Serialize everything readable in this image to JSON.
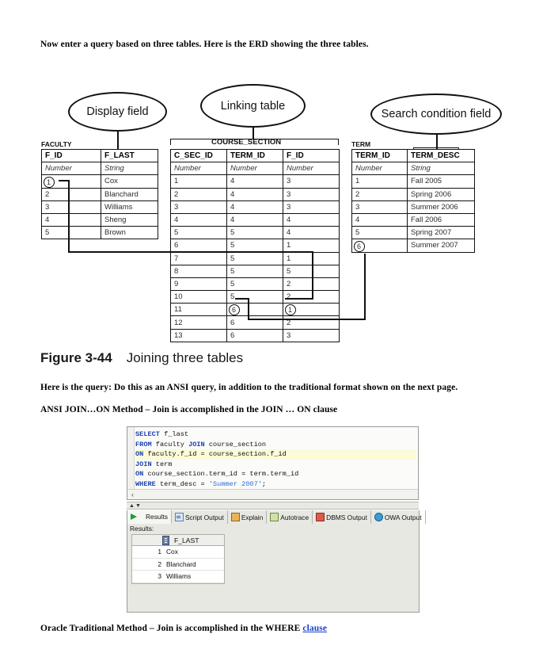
{
  "intro": "Now enter a query based on three tables.  Here is the ERD showing the three tables.",
  "erd": {
    "callouts": [
      {
        "id": "display-field",
        "label": "Display field"
      },
      {
        "id": "linking-table",
        "label": "Linking table"
      },
      {
        "id": "search-condition-field",
        "label": "Search condition field"
      }
    ],
    "tables": [
      {
        "name": "FACULTY",
        "columns": [
          "F_ID",
          "F_LAST"
        ],
        "types": [
          "Number",
          "String"
        ],
        "rows": [
          [
            "1",
            "Cox"
          ],
          [
            "2",
            "Blanchard"
          ],
          [
            "3",
            "Williams"
          ],
          [
            "4",
            "Sheng"
          ],
          [
            "5",
            "Brown"
          ]
        ],
        "circled": [
          [
            0,
            0
          ]
        ]
      },
      {
        "name": "COURSE_SECTION",
        "columns": [
          "C_SEC_ID",
          "TERM_ID",
          "F_ID"
        ],
        "types": [
          "Number",
          "Number",
          "Number"
        ],
        "rows": [
          [
            "1",
            "4",
            "3"
          ],
          [
            "2",
            "4",
            "3"
          ],
          [
            "3",
            "4",
            "3"
          ],
          [
            "4",
            "4",
            "4"
          ],
          [
            "5",
            "5",
            "4"
          ],
          [
            "6",
            "5",
            "1"
          ],
          [
            "7",
            "5",
            "1"
          ],
          [
            "8",
            "5",
            "5"
          ],
          [
            "9",
            "5",
            "2"
          ],
          [
            "10",
            "5",
            "2"
          ],
          [
            "11",
            "6",
            "1"
          ],
          [
            "12",
            "6",
            "2"
          ],
          [
            "13",
            "6",
            "3"
          ]
        ],
        "circled": [
          [
            10,
            1
          ],
          [
            10,
            2
          ]
        ]
      },
      {
        "name": "TERM",
        "columns": [
          "TERM_ID",
          "TERM_DESC"
        ],
        "types": [
          "Number",
          "String"
        ],
        "rows": [
          [
            "1",
            "Fall 2005"
          ],
          [
            "2",
            "Spring 2006"
          ],
          [
            "3",
            "Summer 2006"
          ],
          [
            "4",
            "Fall 2006"
          ],
          [
            "5",
            "Spring 2007"
          ],
          [
            "6",
            "Summer 2007"
          ]
        ],
        "circled": [
          [
            5,
            0
          ]
        ]
      }
    ]
  },
  "figure": {
    "number": "Figure 3-44",
    "title": "Joining three tables"
  },
  "query_intro": "Here is the query: Do this as an ANSI query, in addition to the traditional format shown on the next page.",
  "ansi_heading": "ANSI JOIN…ON Method – Join is accomplished in the JOIN … ON clause",
  "sql": {
    "lines": [
      {
        "kw": "SELECT",
        "rest": " f_last",
        "highlight": false
      },
      {
        "kw": "FROM",
        "rest": " faculty ",
        "kw2": "JOIN",
        "rest2": " course_section",
        "highlight": false
      },
      {
        "kw": "ON",
        "rest": " faculty.f_id = course_section.f_id",
        "highlight": true
      },
      {
        "kw": "JOIN",
        "rest": " term",
        "highlight": false
      },
      {
        "kw": "ON",
        "rest": " course_section.term_id = term.term_id",
        "highlight": false
      },
      {
        "kw": "WHERE",
        "rest": " term_desc = ",
        "str": "'Summer 2007'",
        "tail": ";",
        "highlight": false
      }
    ]
  },
  "panel": {
    "tabs": [
      {
        "label": "Results",
        "icon": "play-icon",
        "active": true
      },
      {
        "label": "Script Output",
        "icon": "script-output-icon",
        "active": false
      },
      {
        "label": "Explain",
        "icon": "explain-icon",
        "active": false
      },
      {
        "label": "Autotrace",
        "icon": "autotrace-icon",
        "active": false
      },
      {
        "label": "DBMS Output",
        "icon": "dbms-output-icon",
        "active": false
      },
      {
        "label": "OWA Output",
        "icon": "owa-output-icon",
        "active": false
      }
    ],
    "results_label": "Results:",
    "grid": {
      "column": "F_LAST",
      "rows": [
        {
          "num": "1",
          "value": "Cox"
        },
        {
          "num": "2",
          "value": "Blanchard"
        },
        {
          "num": "3",
          "value": "Williams"
        }
      ]
    },
    "hscroll_arrow": "‹",
    "splitter_up": "▲",
    "splitter_down": "▼"
  },
  "traditional_heading_pre": "Oracle Traditional Method – Join is accomplished in the WHERE ",
  "traditional_heading_link": "clause",
  "colors": {
    "keyword": "#1b42b0",
    "string": "#2a6fd6",
    "highlight_row": "#fbfbd8",
    "link": "#1a3fc4"
  }
}
